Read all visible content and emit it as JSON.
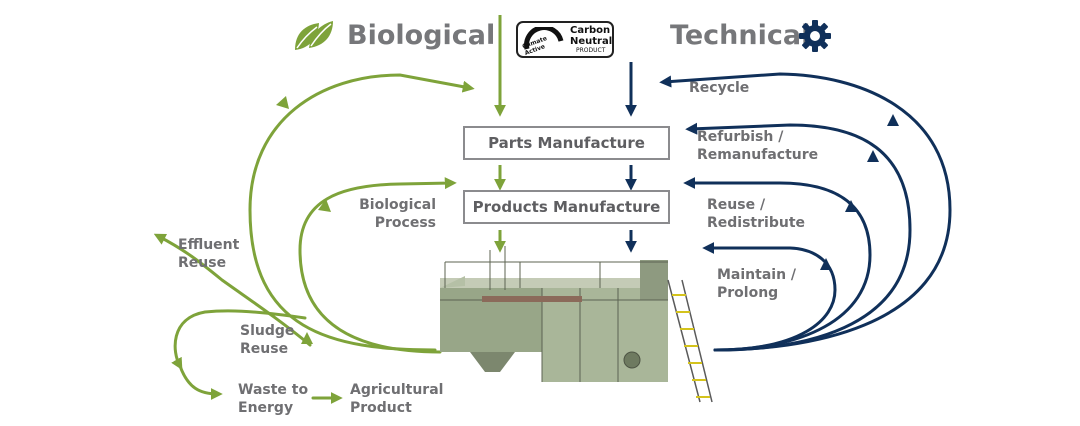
{
  "headers": {
    "biological": "Biological",
    "technical": "Technical"
  },
  "badge": {
    "line1": "Carbon\nNeutral",
    "line2": "PRODUCT",
    "brand": "Climate\nActive"
  },
  "boxes": {
    "parts": "Parts Manufacture",
    "products": "Products Manufacture"
  },
  "technical_loops": {
    "recycle": "Recycle",
    "refurbish": "Refurbish /\nRemanufacture",
    "reuse": "Reuse /\nRedistribute",
    "maintain": "Maintain /\nProlong"
  },
  "biological_loops": {
    "bio_process": "Biological\nProcess",
    "effluent": "Effluent\nReuse",
    "sludge": "Sludge\nReuse",
    "waste": "Waste to\nEnergy",
    "agri": "Agricultural\nProduct"
  },
  "colors": {
    "green": "#7ea33a",
    "navy": "#10305a",
    "text": "#6f6f72",
    "box_border": "#8b8b8e"
  },
  "icons": {
    "biological": "leaf-icon",
    "technical": "gear-icon",
    "equipment": "treatment-plant-illustration"
  }
}
